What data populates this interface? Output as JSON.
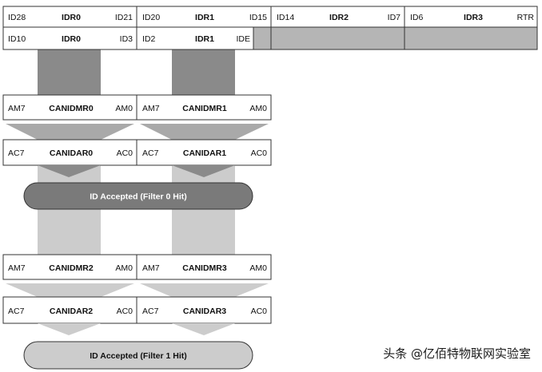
{
  "colors": {
    "box_stroke": "#333333",
    "ide_fill": "#b5b5b5",
    "idr_dark_stream": "#8a8a8a",
    "mask_arrow": "#a9a9a9",
    "light_stream": "#cccccc",
    "pill_fill": "#7a7a7a",
    "pill_text": "#ffffff"
  },
  "idr_row_1": {
    "idr0": {
      "left": "ID28",
      "center": "IDR0",
      "right": "ID21"
    },
    "idr1": {
      "left": "ID20",
      "center": "IDR1",
      "right": "ID15"
    },
    "idr2": {
      "left": "ID14",
      "center": "IDR2",
      "right": "ID7"
    },
    "idr3": {
      "left": "ID6",
      "center": "IDR3",
      "right": "RTR"
    }
  },
  "idr_row_2": {
    "idr0": {
      "left": "ID10",
      "center": "IDR0",
      "right": "ID3"
    },
    "idr1": {
      "left": "ID2",
      "center": "IDR1",
      "right": "IDE"
    }
  },
  "filter0": {
    "mask0": {
      "left": "AM7",
      "center": "CANIDMR0",
      "right": "AM0"
    },
    "mask1": {
      "left": "AM7",
      "center": "CANIDMR1",
      "right": "AM0"
    },
    "acc0": {
      "left": "AC7",
      "center": "CANIDAR0",
      "right": "AC0"
    },
    "acc1": {
      "left": "AC7",
      "center": "CANIDAR1",
      "right": "AC0"
    },
    "result": "ID Accepted (Filter 0 Hit)"
  },
  "filter1": {
    "mask2": {
      "left": "AM7",
      "center": "CANIDMR2",
      "right": "AM0"
    },
    "mask3": {
      "left": "AM7",
      "center": "CANIDMR3",
      "right": "AM0"
    },
    "acc2": {
      "left": "AC7",
      "center": "CANIDAR2",
      "right": "AC0"
    },
    "acc3": {
      "left": "AC7",
      "center": "CANIDAR3",
      "right": "AC0"
    },
    "result": "ID Accepted (Filter 1 Hit)"
  },
  "watermark": "头条 @亿佰特物联网实验室"
}
